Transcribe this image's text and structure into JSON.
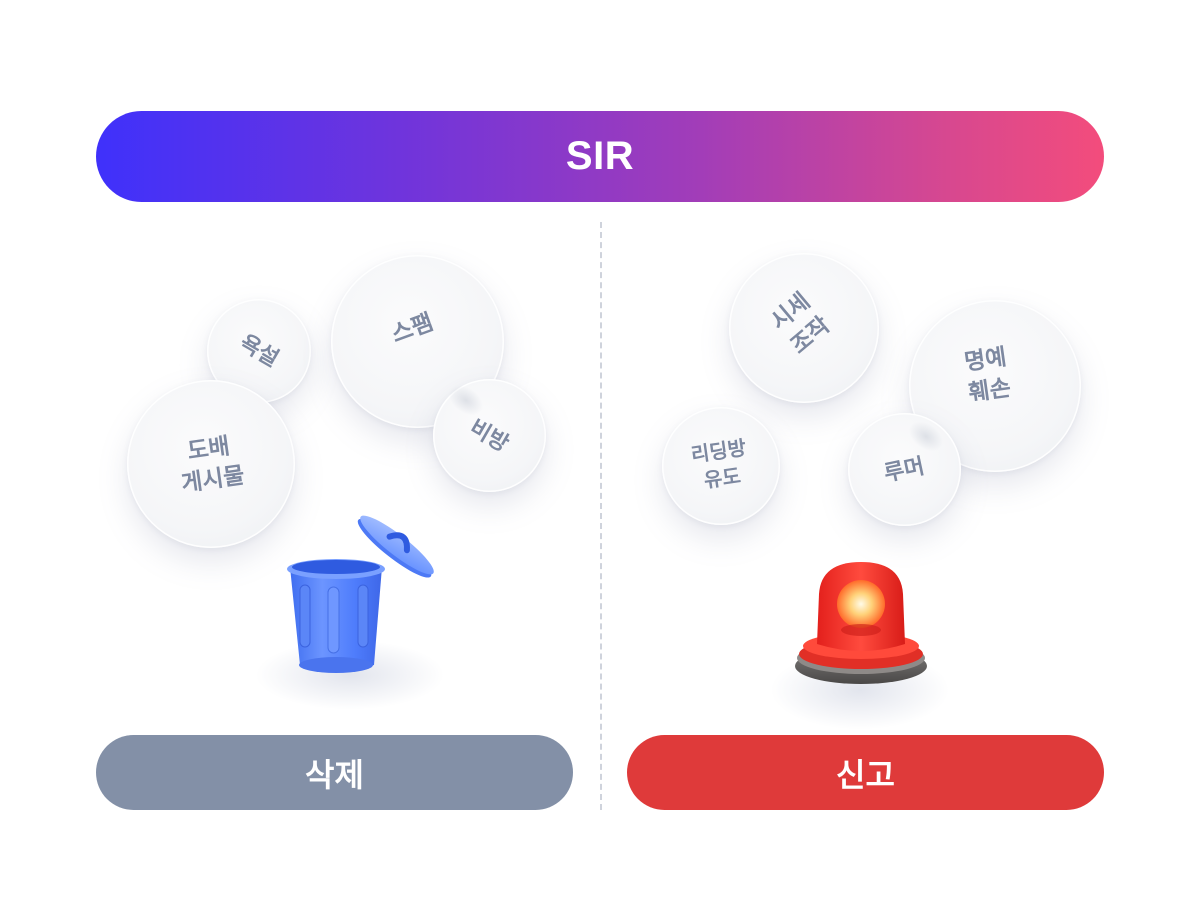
{
  "header": {
    "title": "SIR",
    "gradient": [
      "#3f31fb",
      "#f34c7c"
    ]
  },
  "left_panel": {
    "bubbles": [
      {
        "label": "욕설",
        "rotation_deg": 30
      },
      {
        "label": "스팸",
        "rotation_deg": -20
      },
      {
        "label": "도배\n게시물",
        "rotation_deg": -8
      },
      {
        "label": "비방",
        "rotation_deg": 30
      }
    ],
    "icon": "trash-can-icon",
    "action": {
      "label": "삭제",
      "color": "#8390a7"
    }
  },
  "right_panel": {
    "bubbles": [
      {
        "label": "시세\n조작",
        "rotation_deg": -40
      },
      {
        "label": "명예\n훼손",
        "rotation_deg": -8
      },
      {
        "label": "리딩방\n유도",
        "rotation_deg": -8
      },
      {
        "label": "루머",
        "rotation_deg": -12
      }
    ],
    "icon": "siren-icon",
    "action": {
      "label": "신고",
      "color": "#df3a3a"
    }
  },
  "colors": {
    "bubble_text": "#7d88a0",
    "divider": "#cfd3dc"
  }
}
